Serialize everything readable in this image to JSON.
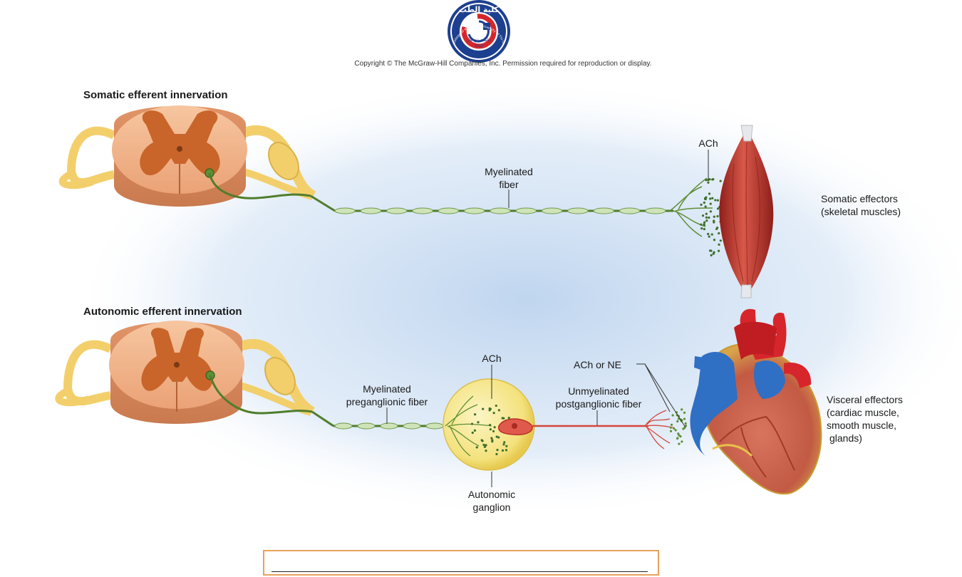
{
  "logo": {
    "arabic_top": "كلية الطب",
    "arabic_inner": "جامعة ذي قار",
    "year": "2002",
    "english_ring": "College of Medicine University of Thi-Qar"
  },
  "copyright": "Copyright © The McGraw-Hill Companies, Inc. Permission required for reproduction or display.",
  "somatic": {
    "heading": "Somatic efferent innervation",
    "neurotransmitter": "ACh",
    "fiber_label_line1": "Myelinated",
    "fiber_label_line2": "fiber",
    "effector_line1": "Somatic effectors",
    "effector_line2": "(skeletal muscles)"
  },
  "autonomic": {
    "heading": "Autonomic efferent innervation",
    "ganglion_neurotransmitter": "ACh",
    "pre_label_line1": "Myelinated",
    "pre_label_line2": "preganglionic fiber",
    "post_neurotransmitter": "ACh or NE",
    "post_label_line1": "Unmyelinated",
    "post_label_line2": "postganglionic fiber",
    "ganglion_line1": "Autonomic",
    "ganglion_line2": "ganglion",
    "effector_line1": "Visceral effectors",
    "effector_line2": "(cardiac muscle,",
    "effector_line3": "smooth muscle,",
    "effector_line4": "glands)"
  },
  "colors": {
    "gray_matter": "#c9652a",
    "white_matter": "#f2b58d",
    "nerve_root": "#f3cf6c",
    "myelinated_axon": "#6e9a4a",
    "unmyelinated_axon": "#d5463a",
    "ganglion": "#f7e98f",
    "muscle": "#c0392b",
    "vein": "#2f6fc4",
    "background_glow": "#cfe0f3",
    "caption_border": "#e8a25a"
  }
}
